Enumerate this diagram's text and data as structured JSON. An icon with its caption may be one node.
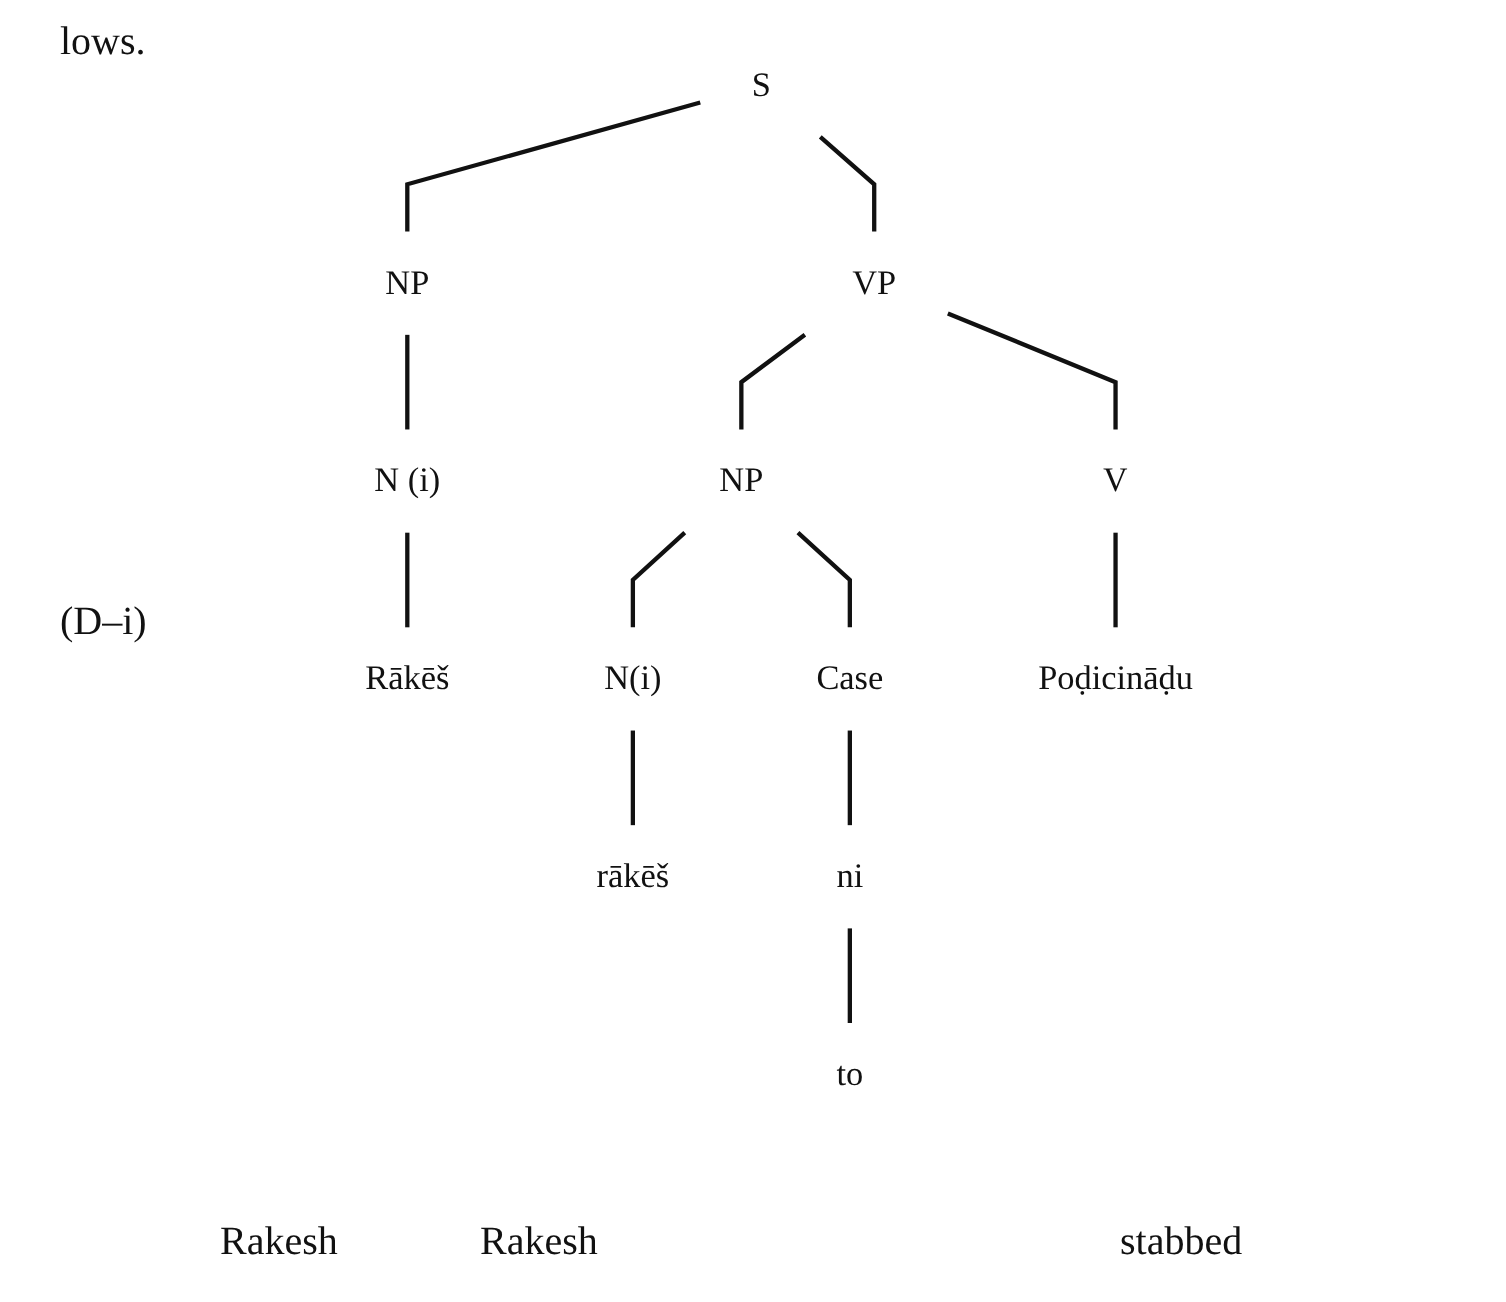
{
  "diagram": {
    "nodes": [
      {
        "text": [
          "S"
        ]
      },
      {
        "text": [
          "NP"
        ]
      },
      {
        "text": [
          "VP"
        ]
      },
      {
        "text": [
          "N (i)"
        ]
      },
      {
        "text": [
          "NP"
        ]
      },
      {
        "text": [
          "V"
        ]
      },
      {
        "text": [
          "Rākēš"
        ]
      },
      {
        "text": [
          "N(i)"
        ]
      },
      {
        "text": [
          "Case"
        ]
      },
      {
        "text": [
          "Poḍicināḍu"
        ]
      },
      {
        "text": [
          "rākēš"
        ]
      },
      {
        "text": [
          "ni"
        ]
      },
      {
        "text": [
          "to"
        ]
      }
    ],
    "edges": [
      {
        "from": 0,
        "to": 1,
        "arrow": "none"
      },
      {
        "from": 0,
        "to": 2,
        "arrow": "none"
      },
      {
        "from": 1,
        "to": 3,
        "arrow": "none"
      },
      {
        "from": 2,
        "to": 4,
        "arrow": "none"
      },
      {
        "from": 2,
        "to": 5,
        "arrow": "none"
      },
      {
        "from": 3,
        "to": 6,
        "arrow": "none"
      },
      {
        "from": 4,
        "to": 7,
        "arrow": "none"
      },
      {
        "from": 4,
        "to": 8,
        "arrow": "none"
      },
      {
        "from": 5,
        "to": 9,
        "arrow": "none"
      },
      {
        "from": 7,
        "to": 10,
        "arrow": "none"
      },
      {
        "from": 8,
        "to": 11,
        "arrow": "none"
      },
      {
        "from": 11,
        "to": 12,
        "arrow": "none"
      }
    ],
    "labels": [
      "lows.",
      "(D–i)",
      "Rakesh",
      "Rakesh",
      "stabbed"
    ]
  }
}
